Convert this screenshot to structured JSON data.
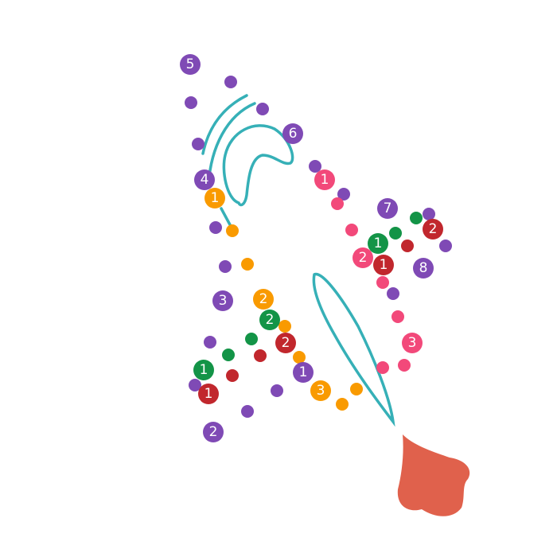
{
  "colors": {
    "purple": "#7f4ab5",
    "pink": "#f2497a",
    "orange": "#f99a00",
    "green": "#139447",
    "red": "#c1272d",
    "outline": "#36b0b7",
    "shape_fill": "#e0614c"
  },
  "numbered_dots": {
    "purple": [
      "5",
      "4",
      "6",
      "7",
      "8",
      "3",
      "1",
      "2"
    ],
    "pink": [
      "1",
      "2",
      "3"
    ],
    "orange": [
      "1",
      "2",
      "3"
    ],
    "green": [
      "1",
      "2",
      "1"
    ],
    "red": [
      "2",
      "1",
      "2",
      "1"
    ]
  }
}
